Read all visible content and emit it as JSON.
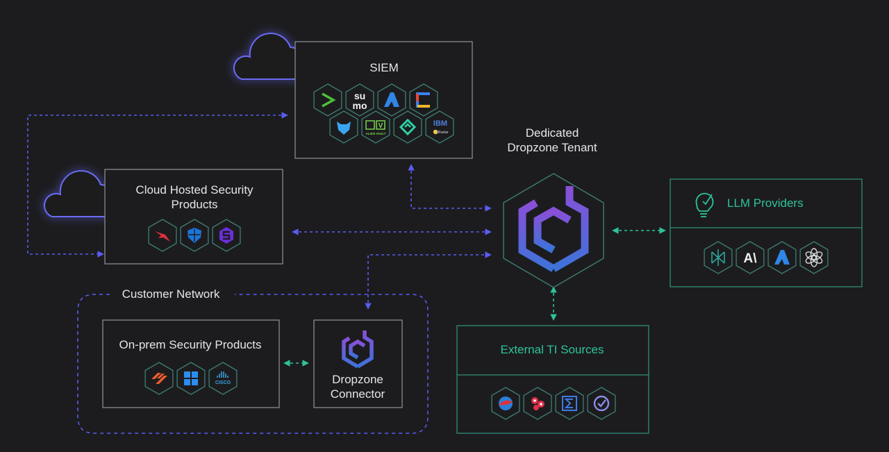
{
  "siem": {
    "title": "SIEM",
    "icons": [
      "rapid7-icon",
      "sumo-logic-icon",
      "azure-sentinel-icon",
      "chronicle-icon",
      "panther-icon",
      "alienvault-icon",
      "exabeam-icon",
      "ibm-qradar-icon"
    ],
    "sumo_text": "su\nmo",
    "alienvault_text": "ALIEN VAULT",
    "ibm_text": "IBM",
    "qradar_text": "QRadar"
  },
  "cloud_products": {
    "title_line1": "Cloud Hosted Security",
    "title_line2": "Products",
    "icons": [
      "crowdstrike-icon",
      "defender-shield-icon",
      "sentinelone-icon"
    ]
  },
  "tenant": {
    "title_line1": "Dedicated",
    "title_line2": "Dropzone Tenant"
  },
  "llm": {
    "title": "LLM Providers",
    "icons": [
      "perplexity-icon",
      "anthropic-icon",
      "azure-openai-icon",
      "openai-icon"
    ],
    "anthropic_text": "A\\"
  },
  "customer_network": {
    "title": "Customer Network"
  },
  "onprem": {
    "title": "On-prem Security Products",
    "icons": [
      "palo-alto-icon",
      "windows-icon",
      "cisco-icon"
    ],
    "cisco_text": "CISCO"
  },
  "connector": {
    "title_line1": "Dropzone",
    "title_line2": "Connector"
  },
  "ti": {
    "title": "External TI Sources",
    "icons": [
      "threat-intel-1-icon",
      "threat-intel-2-icon",
      "threat-intel-3-icon",
      "threat-intel-4-icon"
    ]
  },
  "colors": {
    "background": "#1c1c1f",
    "box_border": "#8a8a92",
    "blue_dash": "#5a5cf0",
    "green_dash": "#2fc39a",
    "green_border": "#2f8f78",
    "cloud_stroke": "#6a6cf4",
    "hex_border": "#3f7f74",
    "logo_gradient_top": "#7a4fd6",
    "logo_gradient_bottom": "#3f6fd8"
  }
}
